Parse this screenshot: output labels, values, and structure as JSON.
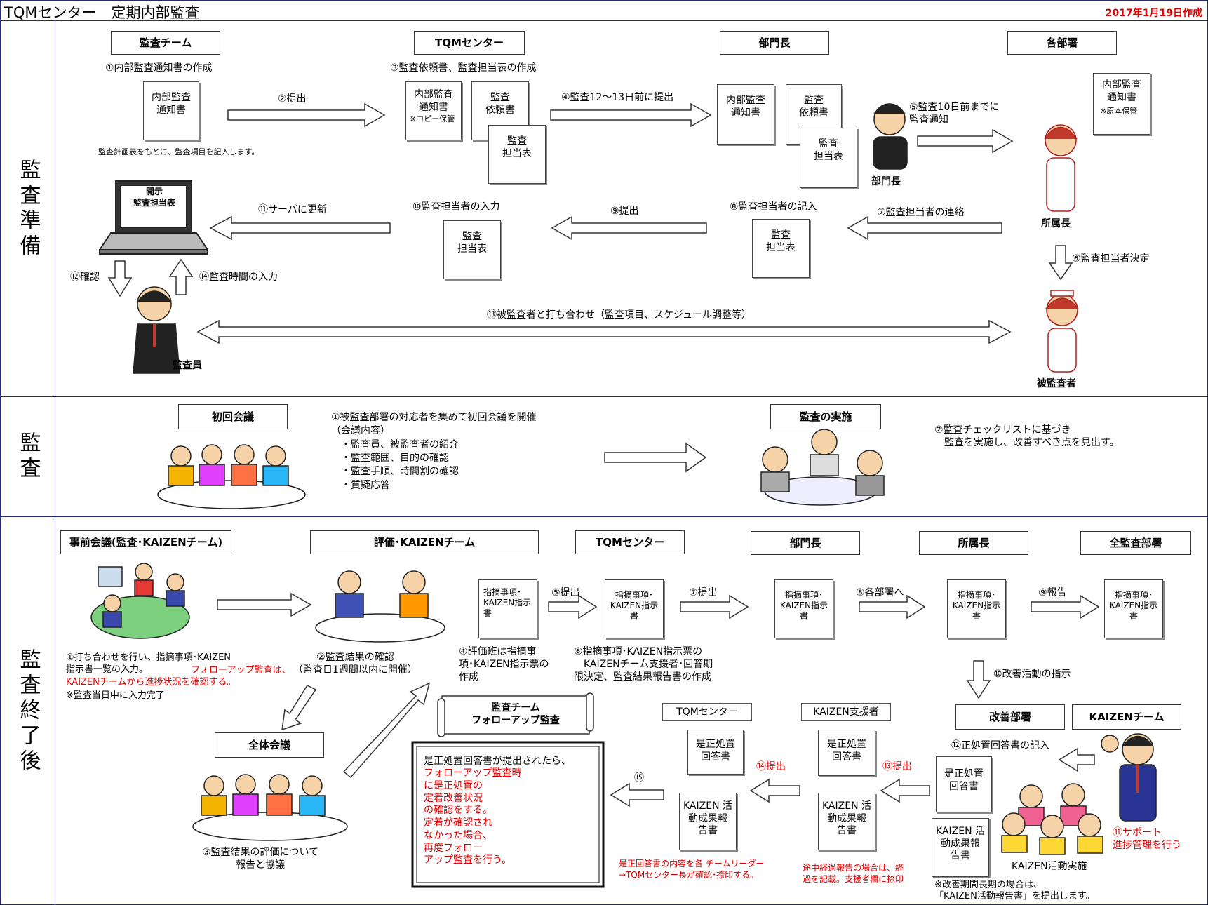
{
  "header": {
    "title": "TQMセンター　定期内部監査",
    "date": "2017年1月19日作成"
  },
  "sections": {
    "prep": "監査準備",
    "audit": "監査",
    "after": "監査終了後"
  },
  "prep": {
    "roles": {
      "team": "監査チーム",
      "tqm": "TQMセンター",
      "dept_head": "部門長",
      "depts": "各部署"
    },
    "steps": {
      "s1": "①内部監査通知書の作成",
      "s2": "②提出",
      "s3": "③監査依頼書、監査担当表の作成",
      "s4": "④監査12～13日前に提出",
      "s5": "⑤監査10日前までに\n監査通知",
      "s6": "⑥監査担当者決定",
      "s7": "⑦監査担当者の連絡",
      "s8": "⑧監査担当者の記入",
      "s9": "⑨提出",
      "s10": "⑩監査担当者の入力",
      "s11": "⑪サーバに更新",
      "s12": "⑫確認",
      "s13": "⑬被監査者と打ち合わせ（監査項目、スケジュール調整等）",
      "s14": "⑭監査時間の入力"
    },
    "note1": "監査計画表をもとに、監査項目を記入します。",
    "docs": {
      "notice": "内部監査\n通知書",
      "notice_copy": "内部監査\n通知書",
      "copy_note": "※コピー保管",
      "request": "監査\n依頼書",
      "charge": "監査\n担当表",
      "notice_orig": "内部監査\n通知書",
      "orig_note": "※原本保管",
      "screen": "開示\n監査担当表"
    },
    "people": {
      "dept_head": "部門長",
      "manager": "所属長",
      "auditor": "監査員",
      "auditee": "被監査者"
    }
  },
  "audit": {
    "first_meeting": "初回会議",
    "implement": "監査の実施",
    "text1": "①被監査部署の対応者を集めて初回会議を開催\n（会議内容）\n　・監査員、被監査者の紹介\n　・監査範囲、目的の確認\n　・監査手順、時間割の確認\n　・質疑応答",
    "text2": "②監査チェックリストに基づき\n　監査を実施し、改善すべき点を見出す。"
  },
  "after": {
    "roles": {
      "pre": "事前会議(監査･KAIZENチーム)",
      "eval": "評価･KAIZENチーム",
      "tqm": "TQMセンター",
      "dept_head": "部門長",
      "manager": "所属長",
      "all": "全監査部署",
      "general": "全体会議",
      "improve": "改善部署",
      "kaizen": "KAIZENチーム",
      "tqm2": "TQMセンター",
      "support": "KAIZEN支援者"
    },
    "texts": {
      "t1a": "①打ち合わせを行い、指摘事項･KAIZEN\n指示書一覧の入力。",
      "t1b": "フォローアップ監査は、\nKAIZENチームから進捗状況を確認する。",
      "t1c": "※監査当日中に入力完了",
      "t2": "②監査結果の確認\n（監査日1週間以内に開催）",
      "t3": "③監査結果の評価について\n報告と協議",
      "t4": "④評価班は指摘事\n項･KAIZEN指示票の\n作成",
      "t5": "⑤提出",
      "t6": "⑥指摘事項･KAIZEN指示票の\n　KAIZENチーム支援者･回答期\n限決定、監査結果報告書の作成",
      "t7": "⑦提出",
      "t8": "⑧各部署へ",
      "t9": "⑨報告",
      "t10": "⑩改善活動の指示",
      "t11": "⑪サポート\n進捗管理を行う",
      "t12": "⑫正処置回答書の記入",
      "t13": "⑬提出",
      "t14": "⑭提出",
      "t15": "⑮",
      "note_tqm": "是正回答書の内容を各 チームリーダー\n→TQMセンター長が確認･捺印する。",
      "note_sup": "途中経過報告の場合は、経\n過を記載。支援者欄に捺印",
      "kaizen_impl": "KAIZEN活動実施",
      "note_long": "※改善期間長期の場合は、\n「KAIZEN活動報告書」を提出します。"
    },
    "docs": {
      "indication": "指摘事項･\nKAIZEN指示\n書",
      "corrective": "是正処置\n回答書",
      "result": "KAIZEN 活\n動成果報\n告書"
    },
    "scroll": "監査チーム\nフォローアップ監査",
    "follow_box": {
      "l1": "是正処置回答書が提出されたら、",
      "l2": "フォローアップ監査時\nに是正処置の\n定着改善状況\nの確認をする。\n定着が確認され\nなかった場合、\n再度フォロー\nアップ監査を行う。"
    }
  }
}
